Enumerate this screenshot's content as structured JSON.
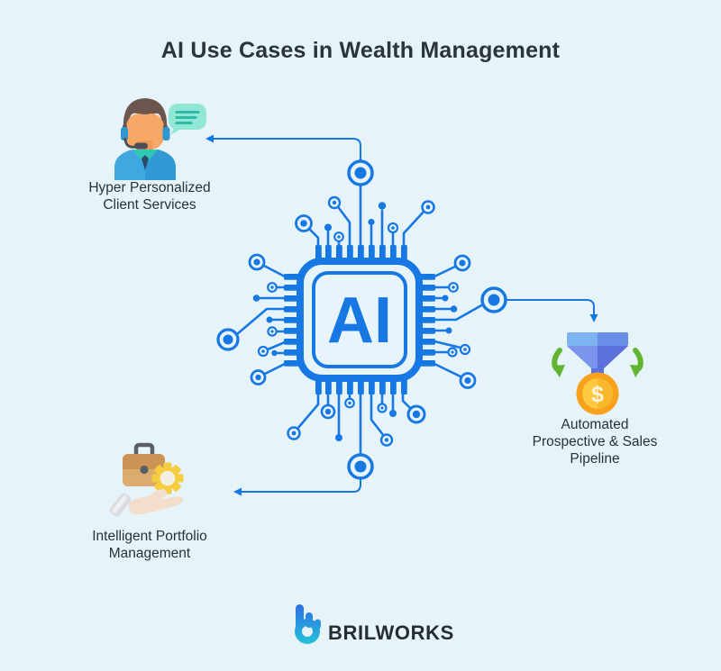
{
  "title": "AI Use Cases in Wealth Management",
  "chip": {
    "label": "AI"
  },
  "use_cases": [
    {
      "name": "hyper-personalized-client-services",
      "icon": "support-agent-icon",
      "label_lines": [
        "Hyper Personalized",
        "Client Services"
      ]
    },
    {
      "name": "automated-prospective-sales-pipeline",
      "icon": "sales-funnel-icon",
      "dollar_glyph": "$",
      "label_lines": [
        "Automated",
        "Prospective & Sales",
        "Pipeline"
      ]
    },
    {
      "name": "intelligent-portfolio-management",
      "icon": "portfolio-hand-icon",
      "label_lines": [
        "Intelligent Portfolio",
        "Management"
      ]
    }
  ],
  "footer": {
    "brand": "BRILWORKS"
  },
  "colors": {
    "background": "#e6f4fa",
    "circuit_blue": "#1778e3",
    "text_dark": "#2a333c",
    "bubble_mint": "#8fe7d4",
    "shirt_blue": "#41a7e0",
    "funnel_blue": "#7b95ec",
    "funnel_dark": "#5b70d8",
    "coin_gold": "#ffc93f",
    "coin_rim": "#f7a11d",
    "arrow_green": "#62b530",
    "briefcase_tan": "#dcab6e",
    "gear_yellow": "#f6cd3e",
    "logo_gradient_top": "#2e6ce6",
    "logo_gradient_bottom": "#24c4d8"
  }
}
